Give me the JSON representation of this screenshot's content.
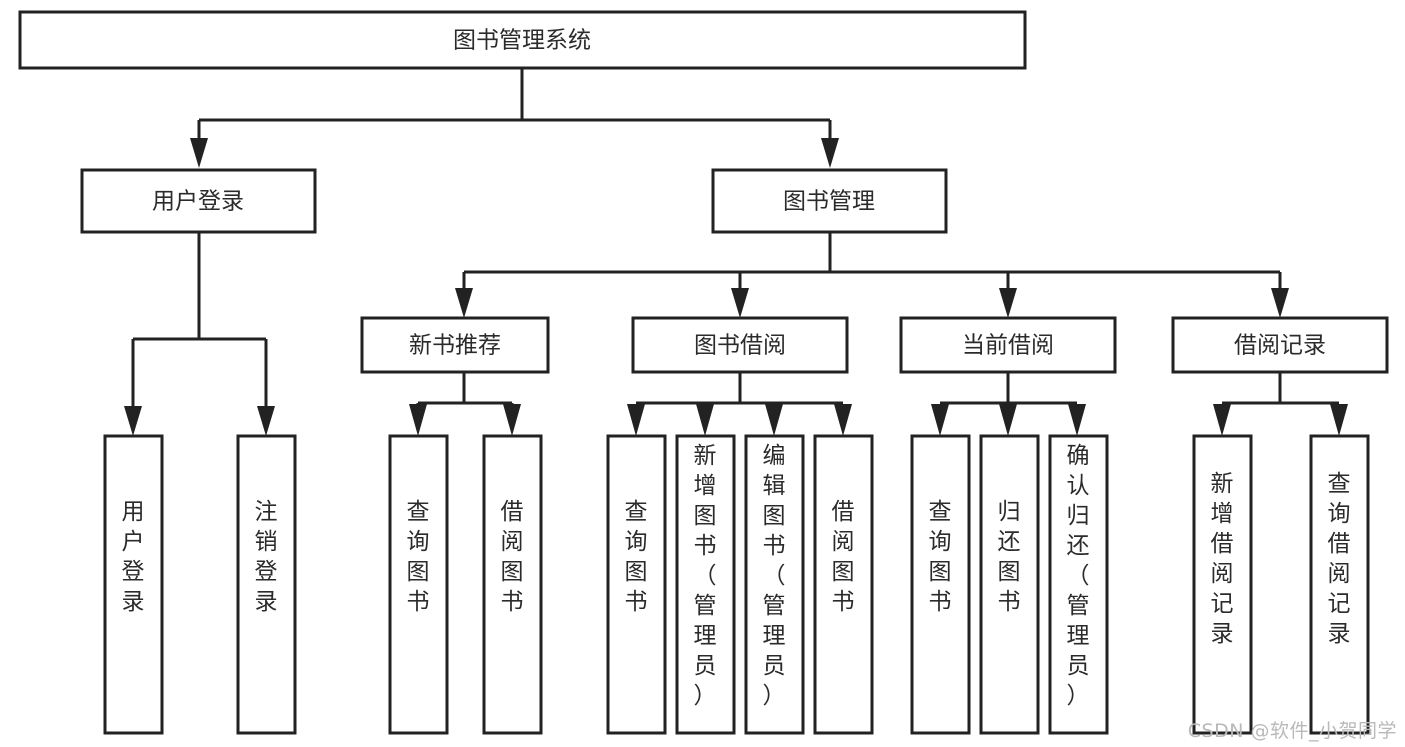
{
  "diagram": {
    "type": "tree-hierarchy",
    "title": "图书管理系统",
    "watermark": "CSDN @软件_小贺同学",
    "colors": {
      "stroke": "#222222",
      "fill": "#ffffff",
      "text": "#2b2b2b",
      "watermark": "#b9b9b9"
    },
    "levels": [
      {
        "level": 1,
        "nodes": [
          {
            "id": "root",
            "label": "图书管理系统",
            "orientation": "horizontal"
          }
        ]
      },
      {
        "level": 2,
        "nodes": [
          {
            "id": "user-login",
            "label": "用户登录",
            "orientation": "horizontal",
            "parent": "root"
          },
          {
            "id": "book-manage",
            "label": "图书管理",
            "orientation": "horizontal",
            "parent": "root"
          }
        ]
      },
      {
        "level": 3,
        "nodes": [
          {
            "id": "new-book-rec",
            "label": "新书推荐",
            "orientation": "horizontal",
            "parent": "book-manage"
          },
          {
            "id": "book-borrow",
            "label": "图书借阅",
            "orientation": "horizontal",
            "parent": "book-manage"
          },
          {
            "id": "current-borrow",
            "label": "当前借阅",
            "orientation": "horizontal",
            "parent": "book-manage"
          },
          {
            "id": "borrow-record",
            "label": "借阅记录",
            "orientation": "horizontal",
            "parent": "book-manage"
          }
        ]
      },
      {
        "level": 4,
        "nodes": [
          {
            "id": "leaf-user-login",
            "label": "用户登录",
            "orientation": "vertical",
            "parent": "user-login"
          },
          {
            "id": "leaf-logout",
            "label": "注销登录",
            "orientation": "vertical",
            "parent": "user-login"
          },
          {
            "id": "leaf-query-book-1",
            "label": "查询图书",
            "orientation": "vertical",
            "parent": "new-book-rec"
          },
          {
            "id": "leaf-borrow-book-1",
            "label": "借阅图书",
            "orientation": "vertical",
            "parent": "new-book-rec"
          },
          {
            "id": "leaf-query-book-2",
            "label": "查询图书",
            "orientation": "vertical",
            "parent": "book-borrow"
          },
          {
            "id": "leaf-add-book",
            "label": "新增图书（管理员）",
            "orientation": "vertical",
            "parent": "book-borrow"
          },
          {
            "id": "leaf-edit-book",
            "label": "编辑图书（管理员）",
            "orientation": "vertical",
            "parent": "book-borrow"
          },
          {
            "id": "leaf-borrow-book-2",
            "label": "借阅图书",
            "orientation": "vertical",
            "parent": "book-borrow"
          },
          {
            "id": "leaf-query-book-3",
            "label": "查询图书",
            "orientation": "vertical",
            "parent": "current-borrow"
          },
          {
            "id": "leaf-return-book",
            "label": "归还图书",
            "orientation": "vertical",
            "parent": "current-borrow"
          },
          {
            "id": "leaf-confirm-return",
            "label": "确认归还（管理员）",
            "orientation": "vertical",
            "parent": "current-borrow"
          },
          {
            "id": "leaf-add-record",
            "label": "新增借阅记录",
            "orientation": "vertical",
            "parent": "borrow-record"
          },
          {
            "id": "leaf-query-record",
            "label": "查询借阅记录",
            "orientation": "vertical",
            "parent": "borrow-record"
          }
        ]
      }
    ]
  }
}
